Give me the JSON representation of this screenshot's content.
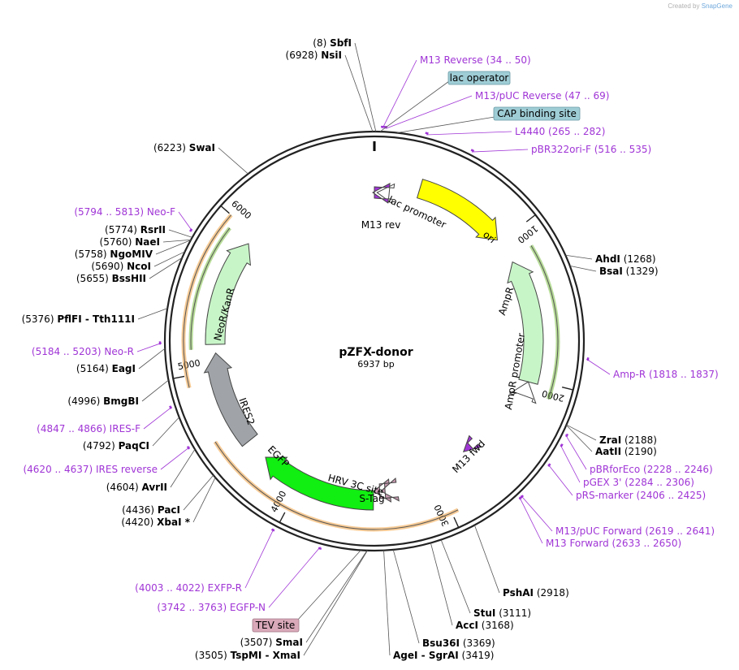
{
  "credit": {
    "prefix": "Created by",
    "brand": "SnapGene"
  },
  "plasmid": {
    "name": "pZFX-donor",
    "size_label": "6937 bp",
    "length": 6937
  },
  "ticks": [
    "1000",
    "2000",
    "3000",
    "4000",
    "5000",
    "6000"
  ],
  "sites": [
    {
      "pos": "(8)",
      "name": "SbfI",
      "bp": 8
    },
    {
      "pos": "(6928)",
      "name": "NsiI",
      "bp": 6928
    },
    {
      "pos": "(6223)",
      "name": "SwaI",
      "bp": 6223
    },
    {
      "pos": "(5774)",
      "name": "RsrII",
      "bp": 5774
    },
    {
      "pos": "(5760)",
      "name": "NaeI",
      "bp": 5760
    },
    {
      "pos": "(5758)",
      "name": "NgoMIV",
      "bp": 5758
    },
    {
      "pos": "(5690)",
      "name": "NcoI",
      "bp": 5690
    },
    {
      "pos": "(5655)",
      "name": "BssHII",
      "bp": 5655
    },
    {
      "pos": "(5376)",
      "name": "PflFI",
      "name2": "Tth111I",
      "bp": 5376
    },
    {
      "pos": "(5164)",
      "name": "EagI",
      "bp": 5164
    },
    {
      "pos": "(4996)",
      "name": "BmgBI",
      "bp": 4996
    },
    {
      "pos": "(4792)",
      "name": "PaqCI",
      "bp": 4792
    },
    {
      "pos": "(4604)",
      "name": "AvrII",
      "bp": 4604
    },
    {
      "pos": "(4436)",
      "name": "PacI",
      "bp": 4436
    },
    {
      "pos": "(4420)",
      "name": "XbaI *",
      "bp": 4420
    },
    {
      "pos": "(3507)",
      "name": "SmaI",
      "bp": 3507
    },
    {
      "pos": "(3505)",
      "name": "TspMI",
      "name2": "XmaI",
      "bp": 3505
    },
    {
      "pos": "(3419)",
      "name": "AgeI",
      "name2": "SgrAI",
      "bp": 3419
    },
    {
      "pos": "(3369)",
      "name": "Bsu36I",
      "bp": 3369
    },
    {
      "pos": "(3168)",
      "name": "AccI",
      "bp": 3168
    },
    {
      "pos": "(3111)",
      "name": "StuI",
      "bp": 3111
    },
    {
      "pos": "(2918)",
      "name": "PshAI",
      "bp": 2918
    },
    {
      "pos": "(2190)",
      "name": "AatII",
      "bp": 2190
    },
    {
      "pos": "(2188)",
      "name": "ZraI",
      "bp": 2188
    },
    {
      "pos": "(1329)",
      "name": "BsaI",
      "bp": 1329
    },
    {
      "pos": "(1268)",
      "name": "AhdI",
      "bp": 1268
    }
  ],
  "primers": [
    {
      "name": "M13 Reverse",
      "range": "(34 .. 50)",
      "bp": 42
    },
    {
      "name": "M13/pUC Reverse",
      "range": "(47 .. 69)",
      "bp": 58
    },
    {
      "name": "L4440",
      "range": "(265 .. 282)",
      "bp": 273
    },
    {
      "name": "pBR322ori-F",
      "range": "(516 .. 535)",
      "bp": 525
    },
    {
      "name": "Amp-R",
      "range": "(1818 .. 1837)",
      "bp": 1827
    },
    {
      "name": "pBRforEco",
      "range": "(2228 .. 2246)",
      "bp": 2237
    },
    {
      "name": "pGEX 3'",
      "range": "(2284 .. 2306)",
      "bp": 2295
    },
    {
      "name": "pRS-marker",
      "range": "(2406 .. 2425)",
      "bp": 2415
    },
    {
      "name": "M13/pUC Forward",
      "range": "(2619 .. 2641)",
      "bp": 2630
    },
    {
      "name": "M13 Forward",
      "range": "(2633 .. 2650)",
      "bp": 2641
    },
    {
      "name": "EXFP-R",
      "range": "(4003 .. 4022)",
      "bp": 4012
    },
    {
      "name": "EGFP-N",
      "range": "(3742 .. 3763)",
      "bp": 3752
    },
    {
      "name": "IRES-F",
      "range": "(4847 .. 4866)",
      "bp": 4856
    },
    {
      "name": "IRES reverse",
      "range": "(4620 .. 4637)",
      "bp": 4628
    },
    {
      "name": "Neo-R",
      "range": "(5184 .. 5203)",
      "bp": 5193
    },
    {
      "name": "Neo-F",
      "range": "(5794 .. 5813)",
      "bp": 5803
    }
  ],
  "boxed_features": [
    {
      "name": "lac operator",
      "color": "#9fcdd6"
    },
    {
      "name": "CAP binding site",
      "color": "#9fcdd6"
    },
    {
      "name": "TEV site",
      "color": "#d9a8b9"
    }
  ],
  "features": [
    {
      "name": "ori",
      "color": "#ffff00"
    },
    {
      "name": "AmpR",
      "color": "#c8f5c8"
    },
    {
      "name": "AmpR promoter",
      "color": "#ffffff"
    },
    {
      "name": "NeoR/KanR",
      "color": "#c8f5c8"
    },
    {
      "name": "IRES2",
      "color": "#a0a4a8"
    },
    {
      "name": "EGFP",
      "color": "#11ee11"
    },
    {
      "name": "lac promoter",
      "color": "#ffffff"
    },
    {
      "name": "M13 rev",
      "color": "#a035d6"
    },
    {
      "name": "M13 fwd",
      "color": "#a035d6"
    },
    {
      "name": "HRV 3C site",
      "color": "#c79ab0"
    },
    {
      "name": "S-Tag",
      "color": "#c79ab0"
    }
  ],
  "colors": {
    "primer": "#a035d6",
    "orf_orange": "#f0a040",
    "orf_green": "#7bc043",
    "backbone": "#222222"
  }
}
